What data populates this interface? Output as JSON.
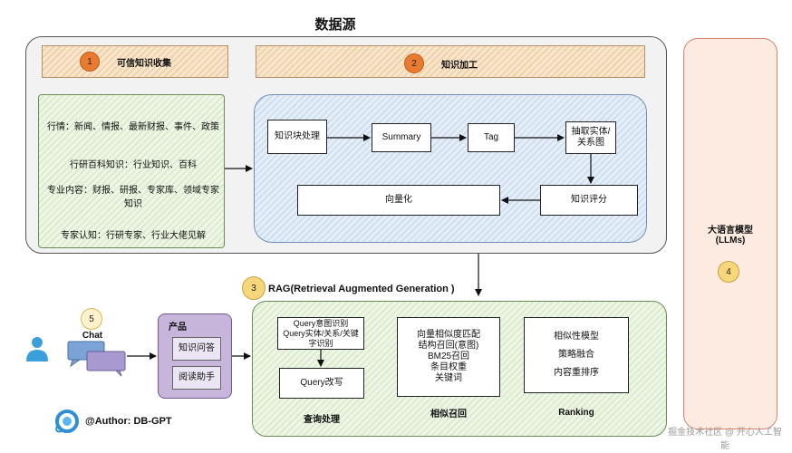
{
  "title": "数据源",
  "section1": {
    "number": "1",
    "label": "可信知识收集"
  },
  "section2": {
    "number": "2",
    "label": "知识加工"
  },
  "sources": [
    "行情：新闻、情报、最新财报、事件、政策",
    "行研百科知识：行业知识、百科",
    "专业内容：财报、研报、专家库、领域专家知识",
    "专家认知：行研专家、行业大佬见解"
  ],
  "pipeline": {
    "chunk": "知识块处理",
    "summary": "Summary",
    "tag": "Tag",
    "extract": "抽取实体/关系图",
    "score": "知识评分",
    "vectorize": "向量化"
  },
  "llm": {
    "label": "大语言模型\n(LLMs)",
    "number": "4"
  },
  "rag": {
    "number": "3",
    "label": "RAG(Retrieval Augmented Generation )"
  },
  "chat": {
    "number": "5",
    "label": "Chat"
  },
  "product": {
    "title": "产品",
    "items": [
      "知识问答",
      "阅读助手"
    ]
  },
  "query": {
    "intent": "Query意图识别\nQuery实体/关系/关键字识别",
    "rewrite": "Query改写",
    "caption": "查询处理"
  },
  "recall": {
    "items": "向量相似度匹配\n结构召回(意图)\nBM25召回\n条目权重\n关键词",
    "caption": "相似召回"
  },
  "ranking": {
    "items": "相似性模型\n\n策略融合\n\n内容重排序",
    "caption": "Ranking"
  },
  "author": "@Author: DB-GPT",
  "watermark": "掘金技术社区 @ 开心人工智能"
}
